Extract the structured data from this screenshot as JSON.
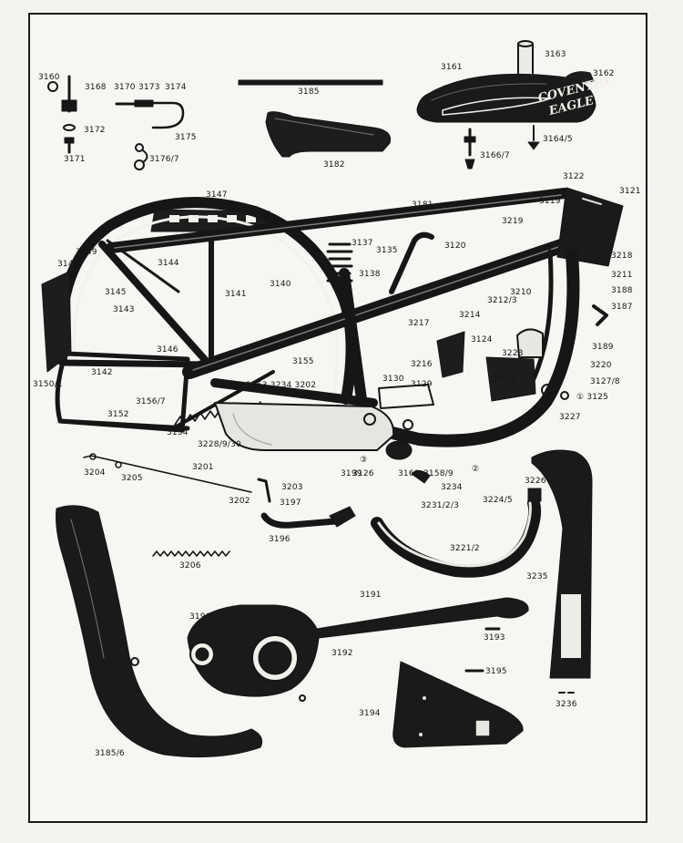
{
  "tank_lettering": [
    "COVENTRY",
    "EAGLE"
  ],
  "callouts": [
    {
      "id": "c3160",
      "text": "3160"
    },
    {
      "id": "c3168",
      "text": "3168"
    },
    {
      "id": "c3172",
      "text": "3172"
    },
    {
      "id": "c3171",
      "text": "3171"
    },
    {
      "id": "c3170",
      "text": "3170"
    },
    {
      "id": "c3173",
      "text": "3173"
    },
    {
      "id": "c3174",
      "text": "3174"
    },
    {
      "id": "c3175",
      "text": "3175"
    },
    {
      "id": "c3176",
      "text": "3176/7"
    },
    {
      "id": "c3185top",
      "text": "3185"
    },
    {
      "id": "c3182seat",
      "text": "3182"
    },
    {
      "id": "c3161",
      "text": "3161"
    },
    {
      "id": "c3163",
      "text": "3163"
    },
    {
      "id": "c3162",
      "text": "3162"
    },
    {
      "id": "c3164",
      "text": "3164/5"
    },
    {
      "id": "c3166",
      "text": "3166/7"
    },
    {
      "id": "c3122",
      "text": "3122"
    },
    {
      "id": "c3121",
      "text": "3121"
    },
    {
      "id": "c3119",
      "text": "3119"
    },
    {
      "id": "c3219",
      "text": "3219"
    },
    {
      "id": "c3147",
      "text": "3147"
    },
    {
      "id": "c3181",
      "text": "3181"
    },
    {
      "id": "c3137",
      "text": "3137"
    },
    {
      "id": "c3135",
      "text": "3135"
    },
    {
      "id": "c3120",
      "text": "3120"
    },
    {
      "id": "c3218",
      "text": "3218"
    },
    {
      "id": "c3211",
      "text": "3211"
    },
    {
      "id": "c3188",
      "text": "3188"
    },
    {
      "id": "c3187",
      "text": "3187"
    },
    {
      "id": "c3189",
      "text": "3189"
    },
    {
      "id": "c3149",
      "text": "3149"
    },
    {
      "id": "c3148",
      "text": "3148"
    },
    {
      "id": "c3144",
      "text": "3144"
    },
    {
      "id": "c3145",
      "text": "3145"
    },
    {
      "id": "c3143",
      "text": "3143"
    },
    {
      "id": "c3141",
      "text": "3141"
    },
    {
      "id": "c3140",
      "text": "3140"
    },
    {
      "id": "c3138",
      "text": "3138"
    },
    {
      "id": "c3210",
      "text": "3210"
    },
    {
      "id": "c3212",
      "text": "3212/3"
    },
    {
      "id": "c3217",
      "text": "3217"
    },
    {
      "id": "c3214",
      "text": "3214"
    },
    {
      "id": "c3124",
      "text": "3124"
    },
    {
      "id": "c3223",
      "text": "3223"
    },
    {
      "id": "c3220",
      "text": "3220"
    },
    {
      "id": "c3127",
      "text": "3127/8"
    },
    {
      "id": "c3125",
      "text": "① 3125"
    },
    {
      "id": "c3123",
      "text": "3123"
    },
    {
      "id": "c3216",
      "text": "3216"
    },
    {
      "id": "c3146",
      "text": "3146"
    },
    {
      "id": "c3155",
      "text": "3155"
    },
    {
      "id": "c3142",
      "text": "3142"
    },
    {
      "id": "c3150",
      "text": "3150/1"
    },
    {
      "id": "c3156",
      "text": "3156/7"
    },
    {
      "id": "c3152",
      "text": "3152"
    },
    {
      "id": "c3154",
      "text": "3154"
    },
    {
      "id": "c3153",
      "text": "3153  3234  3202"
    },
    {
      "id": "c3130",
      "text": "3130"
    },
    {
      "id": "c3129",
      "text": "3129"
    },
    {
      "id": "c3227",
      "text": "3227"
    },
    {
      "id": "c3228",
      "text": "3228/9/30"
    },
    {
      "id": "c3199",
      "text": "3199"
    },
    {
      "id": "c3126",
      "text": "3126"
    },
    {
      "id": "c3160b",
      "text": "3160"
    },
    {
      "id": "c3158",
      "text": "3158/9"
    },
    {
      "id": "c3126n",
      "text": "③"
    },
    {
      "id": "c3158n",
      "text": "②"
    },
    {
      "id": "c3204",
      "text": "3204"
    },
    {
      "id": "c3205",
      "text": "3205"
    },
    {
      "id": "c3201",
      "text": "3201"
    },
    {
      "id": "c3203",
      "text": "3203"
    },
    {
      "id": "c3202",
      "text": "3202"
    },
    {
      "id": "c3197",
      "text": "3197"
    },
    {
      "id": "c3196",
      "text": "3196"
    },
    {
      "id": "c3234",
      "text": "3234"
    },
    {
      "id": "c3231",
      "text": "3231/2/3"
    },
    {
      "id": "c3224",
      "text": "3224/5"
    },
    {
      "id": "c3226",
      "text": "3226"
    },
    {
      "id": "c3221",
      "text": "3221/2"
    },
    {
      "id": "c3235",
      "text": "3235"
    },
    {
      "id": "c3206",
      "text": "3206"
    },
    {
      "id": "c3191",
      "text": "3191"
    },
    {
      "id": "c3190",
      "text": "3190"
    },
    {
      "id": "c3193",
      "text": "3193"
    },
    {
      "id": "c3192",
      "text": "3192"
    },
    {
      "id": "c3195",
      "text": "3195"
    },
    {
      "id": "c3194",
      "text": "3194"
    },
    {
      "id": "c3236",
      "text": "3236"
    },
    {
      "id": "c3185b",
      "text": "3185/6"
    }
  ]
}
